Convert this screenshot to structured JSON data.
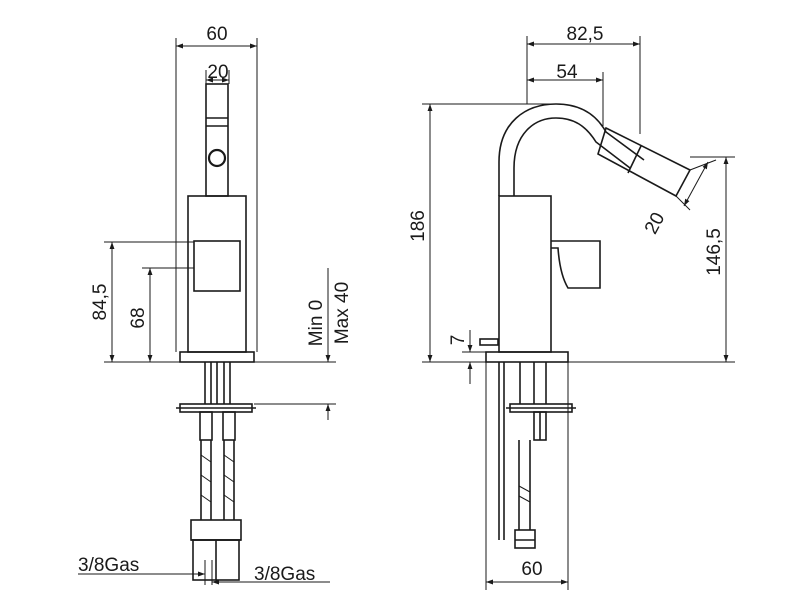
{
  "front_view": {
    "width_total": "60",
    "width_handle": "20",
    "height_handle_top": "84,5",
    "height_handle_bottom": "68",
    "deck_min": "Min 0",
    "deck_max": "Max 40",
    "connection_left": "3/8Gas",
    "connection_right": "3/8Gas"
  },
  "side_view": {
    "reach_total": "82,5",
    "reach_spout": "54",
    "height_total": "186",
    "height_outlet": "146,5",
    "outlet_width": "20",
    "lever_offset": "7",
    "base_width": "60"
  }
}
